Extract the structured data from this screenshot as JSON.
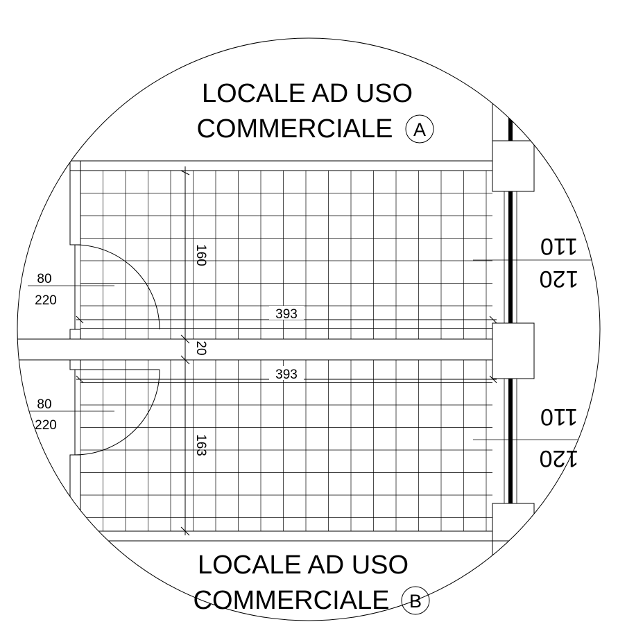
{
  "room_top": {
    "line1": "LOCALE AD USO",
    "line2": "COMMERCIALE",
    "tag": "A"
  },
  "room_bottom": {
    "line1": "LOCALE AD USO",
    "line2": "COMMERCIALE",
    "tag": "B"
  },
  "dimensions": {
    "top_height": "160",
    "wall_thickness": "20",
    "bottom_height": "163",
    "top_width": "393",
    "bottom_width": "393"
  },
  "doors": {
    "top": {
      "width": "80",
      "height": "220"
    },
    "bottom": {
      "width": "80",
      "height": "220"
    }
  },
  "windows": {
    "top": {
      "value_a": "110",
      "value_b": "120"
    },
    "bottom": {
      "value_a": "110",
      "value_b": "120"
    }
  }
}
